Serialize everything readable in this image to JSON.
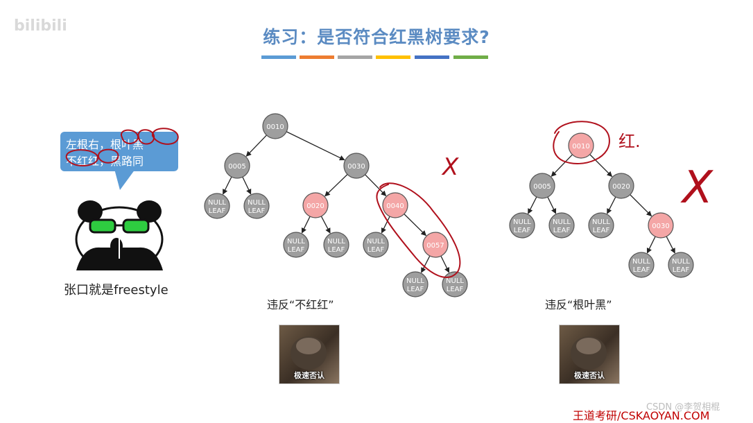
{
  "watermark": "bilibili",
  "title": "练习：是否符合红黑树要求?",
  "color_bars": [
    "#5b9bd5",
    "#ed7d31",
    "#a5a5a5",
    "#ffc000",
    "#4472c4",
    "#70ad47"
  ],
  "bubble": {
    "line1": "左根右，根叶黑",
    "line2": "不红红，黑路同"
  },
  "panda_caption": "张口就是freestyle",
  "tree1": {
    "caption": "违反“不红红”",
    "nodes": [
      "0010",
      "0005",
      "0030",
      "0020",
      "0040",
      "0057"
    ],
    "null_leaf": "NULL\nLEAF",
    "mark": "X"
  },
  "tree2": {
    "caption": "违反“根叶黑”",
    "nodes": [
      "0010",
      "0005",
      "0020",
      "0030"
    ],
    "annotation": "红.",
    "mark": "X"
  },
  "meme_caption": "极速否认",
  "csdn": "CSDN @李贺相棍",
  "footer": "王道考研/CSKAOYAN.COM",
  "colors": {
    "black_node": "#9e9e9e",
    "red_node": "#f4a6a6",
    "ink": "#b0101c"
  }
}
